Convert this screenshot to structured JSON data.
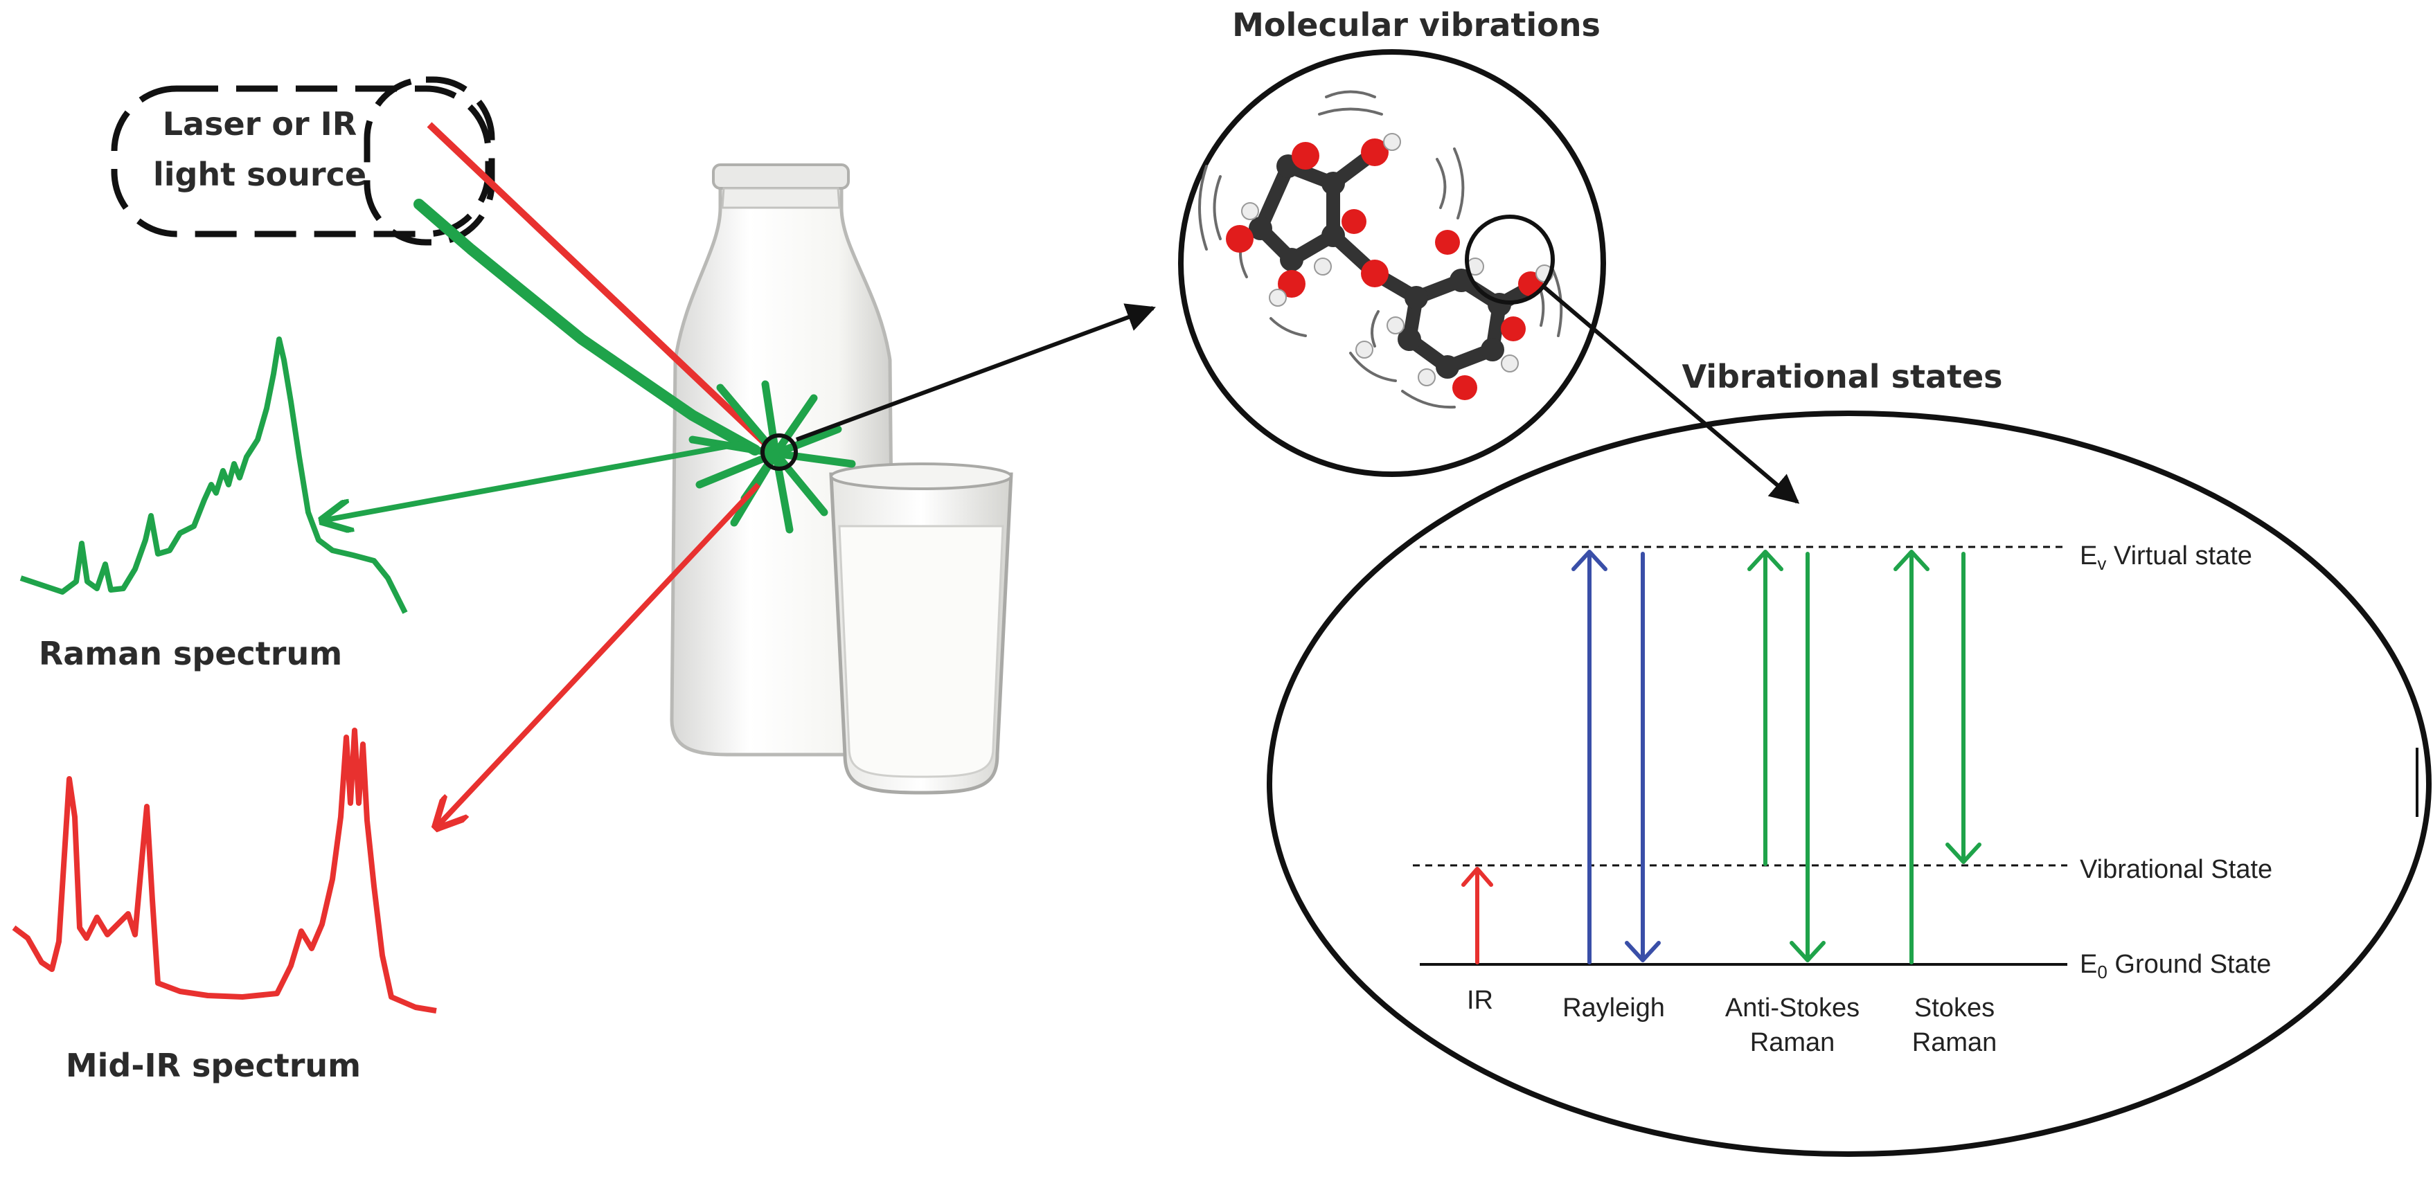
{
  "light_source": {
    "line1": "Laser or IR",
    "line2": "light source"
  },
  "spectra": {
    "raman_label": "Raman spectrum",
    "midir_label": "Mid-IR spectrum"
  },
  "molecule": {
    "title": "Molecular vibrations"
  },
  "states": {
    "title": "Vibrational states",
    "virtual_prefix": "E",
    "virtual_sub": "v",
    "virtual_label": " Virtual state",
    "vibrational_label": "Vibrational State",
    "ground_prefix": "E",
    "ground_sub": "0",
    "ground_label": " Ground State"
  },
  "transitions": {
    "ir": "IR",
    "rayleigh": "Rayleigh",
    "anti_stokes_1": "Anti-Stokes",
    "anti_stokes_2": "Raman",
    "stokes_1": "Stokes",
    "stokes_2": "Raman"
  },
  "colors": {
    "raman": "#1fa34a",
    "infrared": "#e8312f",
    "rayleigh": "#3a4fa8",
    "outline": "#111111"
  }
}
